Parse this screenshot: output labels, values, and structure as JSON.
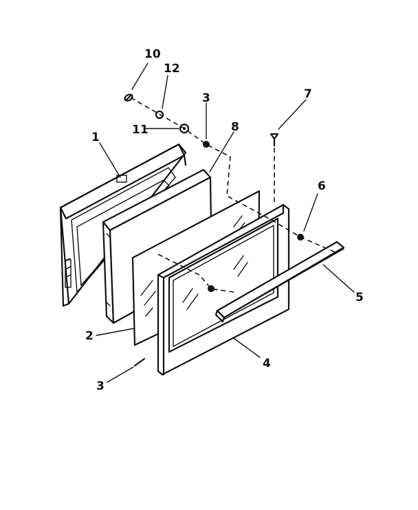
{
  "callouts": {
    "c1": "1",
    "c2": "2",
    "c3_top": "3",
    "c3_bottom": "3",
    "c4": "4",
    "c5": "5",
    "c6": "6",
    "c7": "7",
    "c8": "8",
    "c10": "10",
    "c11": "11",
    "c12": "12"
  }
}
